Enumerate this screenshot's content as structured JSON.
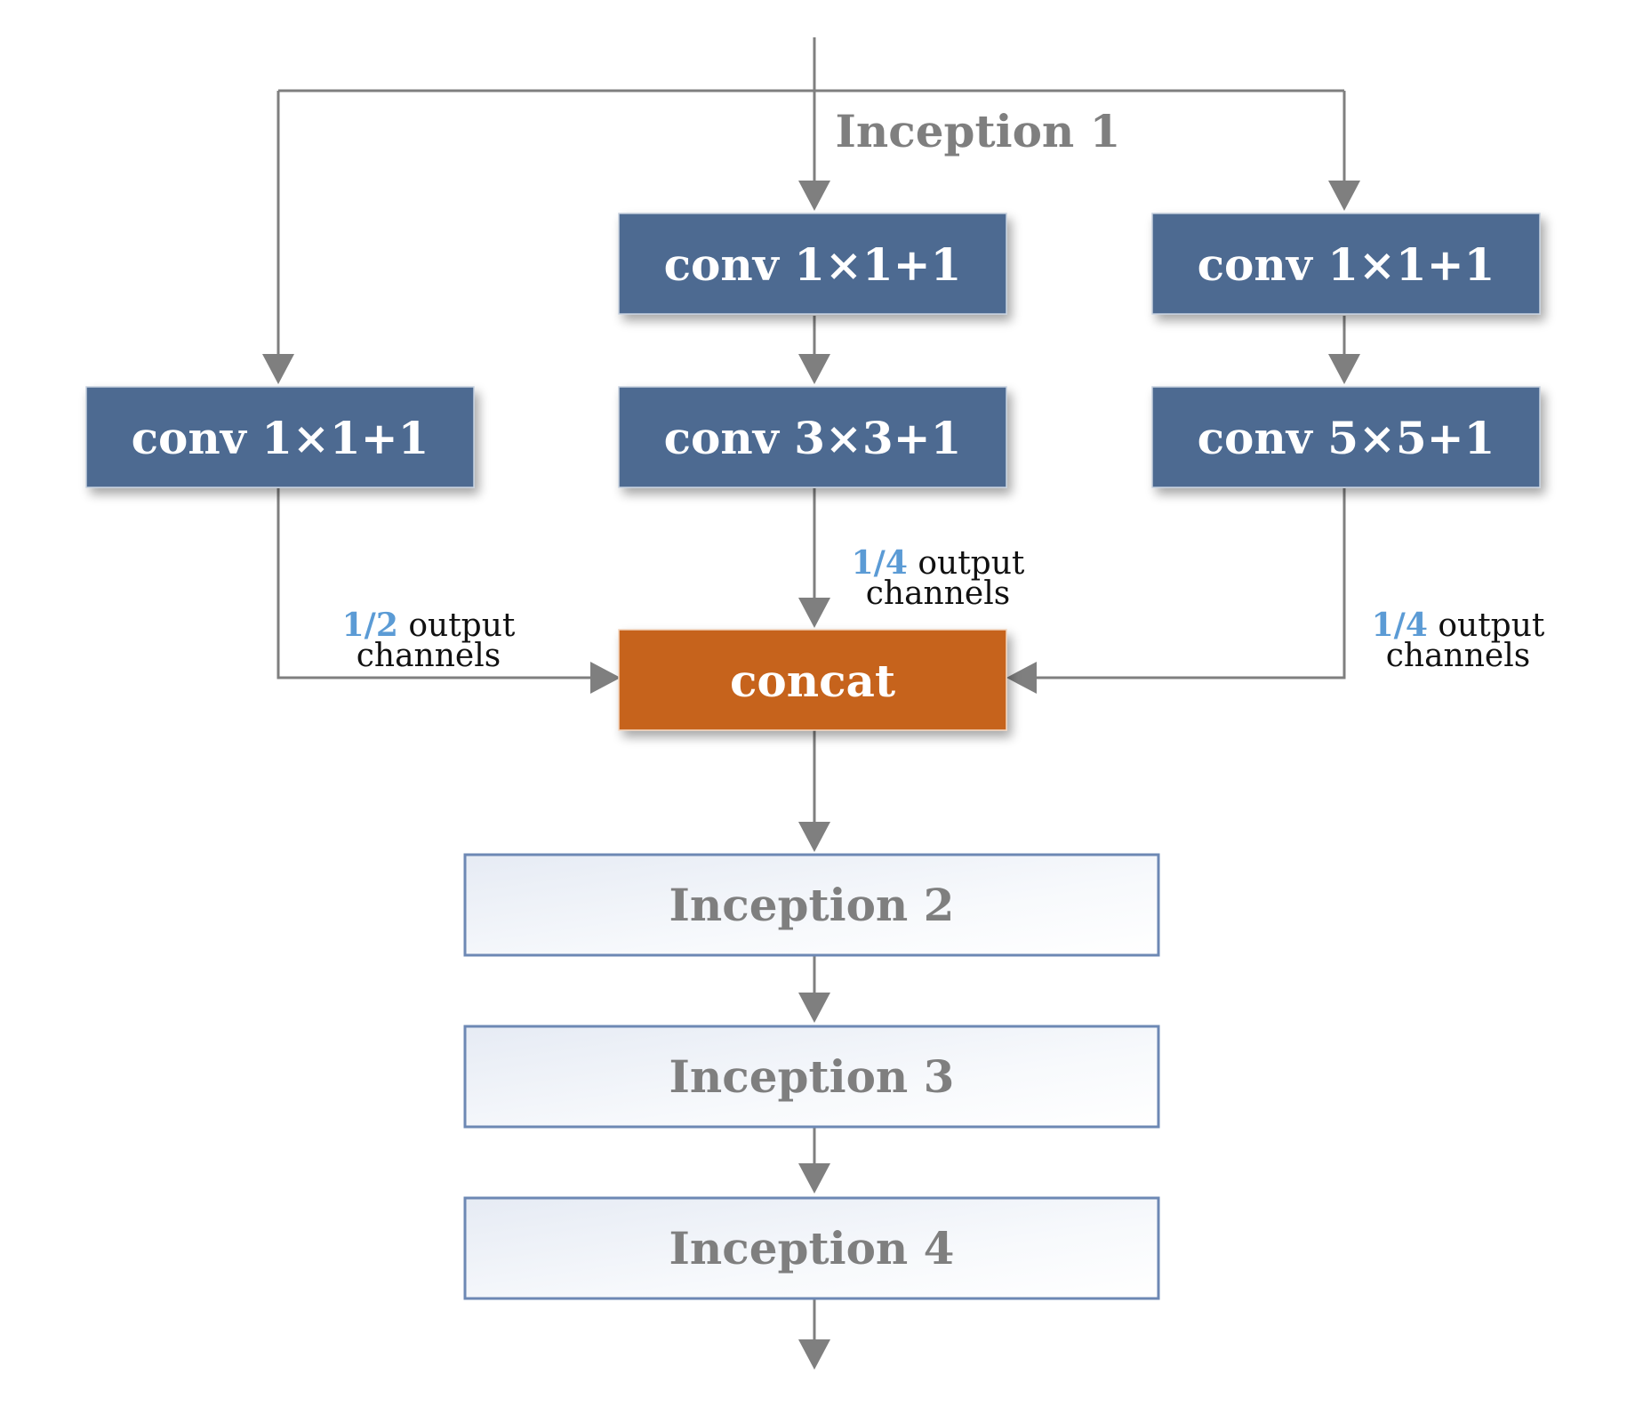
{
  "inception1": {
    "label": "Inception 1"
  },
  "branches": {
    "left": {
      "conv": "conv 1×1+1",
      "fraction": "1/2",
      "note_word": "output",
      "note_line2": "channels"
    },
    "middle": {
      "conv_top": "conv 1×1+1",
      "conv_bottom": "conv 3×3+1",
      "fraction": "1/4",
      "note_word": "output",
      "note_line2": "channels"
    },
    "right": {
      "conv_top": "conv 1×1+1",
      "conv_bottom": "conv 5×5+1",
      "fraction": "1/4",
      "note_word": "output",
      "note_line2": "channels"
    }
  },
  "concat": {
    "label": "concat"
  },
  "stages": [
    {
      "label": "Inception 2"
    },
    {
      "label": "Inception 3"
    },
    {
      "label": "Inception 4"
    }
  ],
  "colors": {
    "conv_box": "#4d6b91",
    "concat_box": "#c6641f",
    "fraction_text": "#5b9bd5",
    "arrow": "#7f7f7f",
    "inception_text": "#7f7f7f",
    "inception_border": "#6d88b4"
  }
}
